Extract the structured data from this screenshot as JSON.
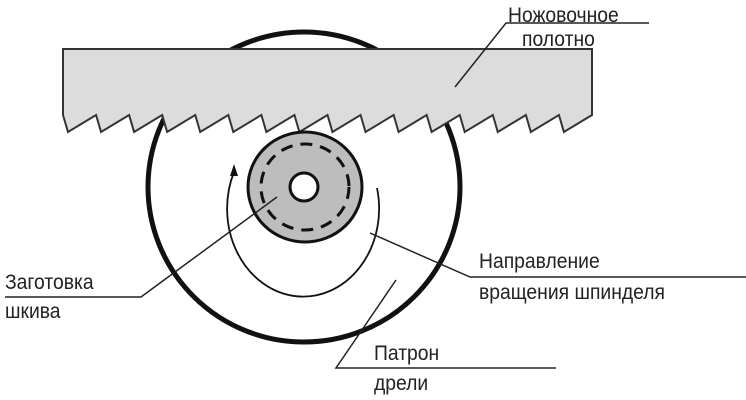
{
  "labels": {
    "blade": [
      "Ножовочное",
      "полотно"
    ],
    "workpiece": [
      "Заготовка",
      "шкива"
    ],
    "direction": [
      "Направление",
      "вращения шпинделя"
    ],
    "chuck": [
      "Патрон",
      "дрели"
    ]
  },
  "colors": {
    "line": "#111111",
    "blade_fill": "#dcdcdc",
    "workpiece_fill": "#bdbdbd"
  }
}
